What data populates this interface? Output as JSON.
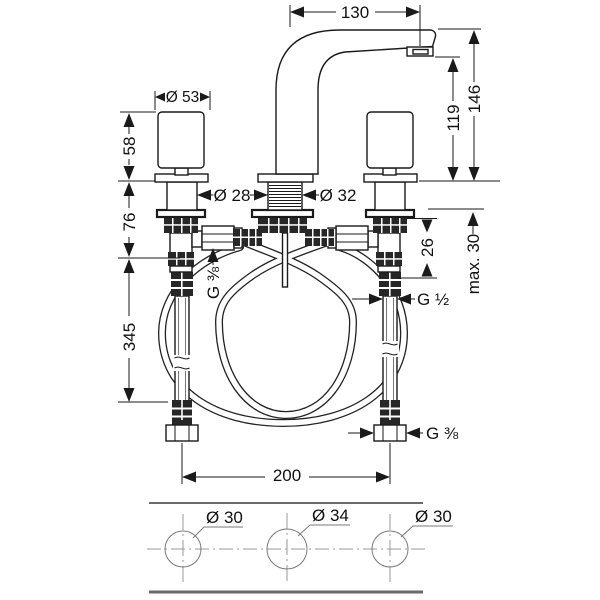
{
  "drawing": {
    "dims": {
      "spout_reach": "130",
      "total_height": "146",
      "outlet_height": "119",
      "handle_diameter": "Ø 53",
      "handle_height": "58",
      "shank_height": "76",
      "hose_length": "345",
      "handle_shank_diameter": "Ø 28",
      "spout_shank_diameter": "Ø 32",
      "nut_clearance": "26",
      "max_deck_thickness": "max. 30",
      "hose_thread_left": "G ⅜",
      "hose_thread_right": "G ½",
      "supply_thread": "G ⅜",
      "hole_spacing": "200"
    },
    "plan": {
      "holes": [
        "Ø 30",
        "Ø 34",
        "Ø 30"
      ]
    },
    "colors": {
      "line": "#1a1a1a",
      "deck_line_top": "#3a3a3a",
      "deck_line_bottom": "#6a6a6a"
    }
  }
}
